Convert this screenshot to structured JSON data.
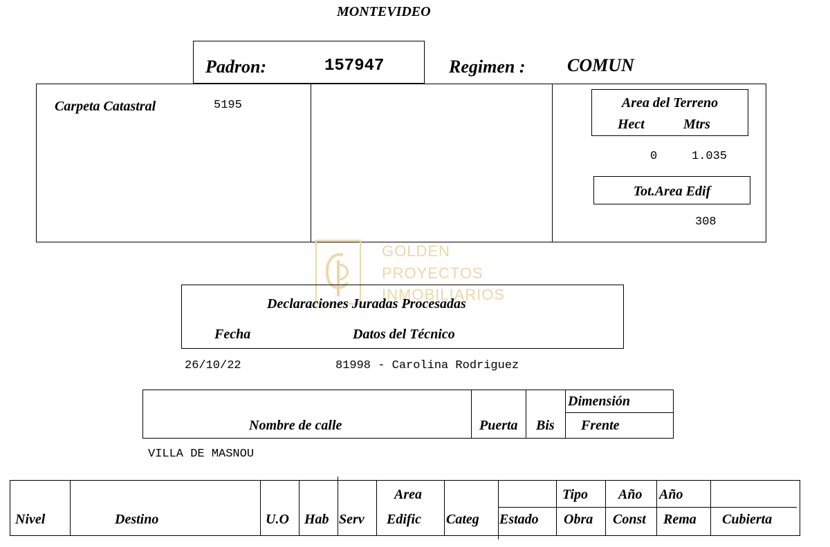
{
  "header": {
    "city": "MONTEVIDEO"
  },
  "padron": {
    "label": "Padron:",
    "value": "157947"
  },
  "regimen": {
    "label": "Regimen :",
    "value": "COMUN"
  },
  "carpeta": {
    "label": "Carpeta Catastral",
    "value": "5195"
  },
  "area_terreno": {
    "title": "Area del Terreno",
    "hect_label": "Hect",
    "mtrs_label": "Mtrs",
    "hect_value": "0",
    "mtrs_value": "1.035"
  },
  "area_edif": {
    "title": "Tot.Area Edif",
    "value": "308"
  },
  "watermark": {
    "line1": "GOLDEN",
    "line2": "PROYECTOS",
    "line3": "INMOBILIARIOS"
  },
  "declaraciones": {
    "title": "Declaraciones Juradas Procesadas",
    "fecha_label": "Fecha",
    "tecnico_label": "Datos del Técnico",
    "fecha_value": "26/10/22",
    "tecnico_value": "81998 - Carolina Rodriguez"
  },
  "calle": {
    "nombre_label": "Nombre de calle",
    "puerta_label": "Puerta",
    "bis_label": "Bis",
    "dimension_label": "Dimensión",
    "frente_label": "Frente",
    "nombre_value": "VILLA DE MASNOU"
  },
  "tabla": {
    "nivel": "Nivel",
    "destino": "Destino",
    "uo": "U.O",
    "hab": "Hab",
    "serv": "Serv",
    "area_top": "Area",
    "area_bottom": "Edific",
    "categ": "Categ",
    "estado": "Estado",
    "tipo_top": "Tipo",
    "tipo_bottom": "Obra",
    "ano_const_top": "Año",
    "ano_const_bottom": "Const",
    "ano_rema_top": "Año",
    "ano_rema_bottom": "Rema",
    "cubierta": "Cubierta"
  }
}
